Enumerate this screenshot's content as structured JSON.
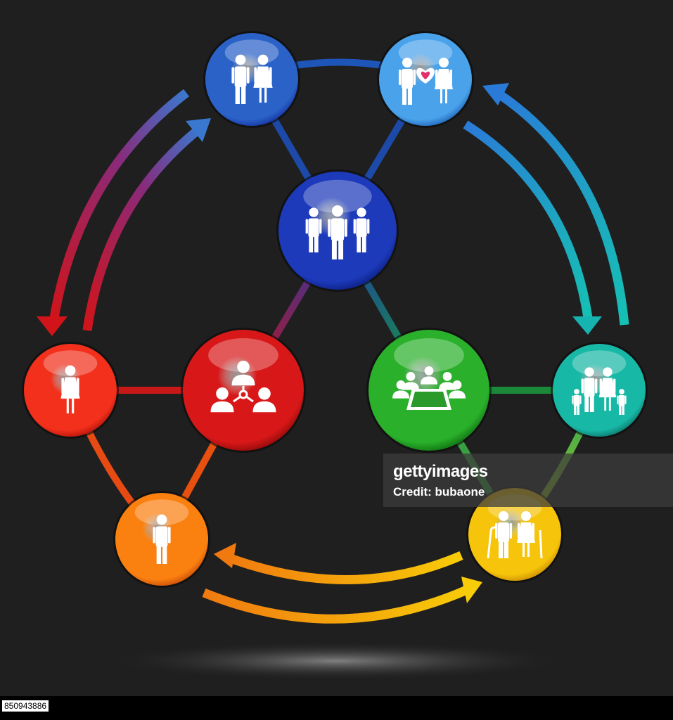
{
  "watermark": {
    "logo": "gettyimages",
    "credit": "Credit: bubaone"
  },
  "image_id": "850943886",
  "nodes": [
    {
      "key": "couple",
      "icon": "couple-icon",
      "color": "#2a62c8",
      "edge": "#1530a0"
    },
    {
      "key": "love",
      "icon": "couple-love-heart-icon",
      "color": "#4aa2ea",
      "edge": "#1e62b8"
    },
    {
      "key": "team",
      "icon": "business-team-icon",
      "color": "#1c3aba",
      "edge": "#0b1e80"
    },
    {
      "key": "woman",
      "icon": "woman-icon",
      "color": "#f2301c",
      "edge": "#b0120a"
    },
    {
      "key": "network",
      "icon": "people-network-icon",
      "color": "#d81818",
      "edge": "#8c0808"
    },
    {
      "key": "meeting",
      "icon": "meeting-table-icon",
      "color": "#2ab02a",
      "edge": "#0c6c10"
    },
    {
      "key": "family",
      "icon": "family-icon",
      "color": "#18b8a6",
      "edge": "#0a7468"
    },
    {
      "key": "man",
      "icon": "man-icon",
      "color": "#fa8010",
      "edge": "#c84808"
    },
    {
      "key": "seniors",
      "icon": "senior-couple-icon",
      "color": "#f6c40a",
      "edge": "#c88a04"
    }
  ]
}
